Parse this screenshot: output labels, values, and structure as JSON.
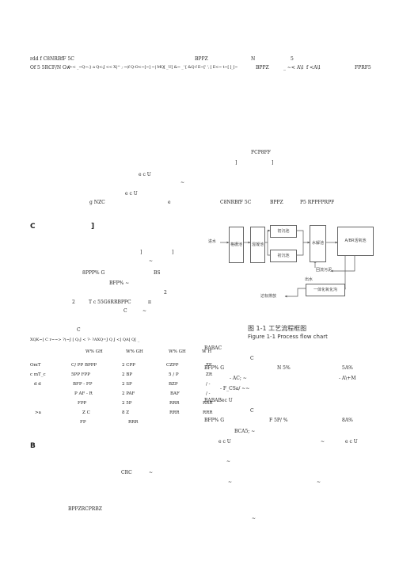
{
  "header": {
    "line1": [
      "rdd f  C8NRBfF 5C",
      "BPPZ",
      "N",
      "5"
    ],
    "line2": [
      "Of   5 5RCF/N Gw",
      "f~< _~Q~:} a  Q<:J <<  X|^ ; ~(f Q-O<~[~] ~| MQ[ _U[ &~ _' [ &Q f  E~[' ', [  E<~ t~[ ]_[~",
      "BPPZ",
      "_ ~< A\\l",
      "f  <A\\l",
      "FPRF5"
    ]
  },
  "left": {
    "p1": [
      "e c U",
      "~",
      "e c U",
      "g NZC",
      "e"
    ],
    "section_c": [
      "C",
      "]"
    ],
    "p2": [
      "]",
      "]",
      "~",
      "8PPP% G",
      "BS",
      "BFP% ~",
      "2",
      "2",
      "T c 55G6RRBPPC",
      "π",
      "C",
      "~"
    ],
    "section_b": "B",
    "p3": [
      "CRC",
      "~",
      "BPPZRCPRBZ"
    ]
  },
  "table": {
    "label": "C",
    "header": [
      "XQK~[ C  r~~>   ?(~J [     Q:J  <  ?-   ?AXQ=J Q J <]    QA[   Q[ _"
    ],
    "subheader": [
      "W% GH",
      "W% GH",
      "W% GH",
      "W H"
    ],
    "rows": [
      [
        "OmT",
        "C/ PP  BPPP",
        "2  CPP",
        "CZPP",
        "ZF"
      ],
      [
        "c mT_c",
        "5PP  FPP",
        "2  BP",
        "5 / P",
        "ZR"
      ],
      [
        "d d",
        "BFP  -  FP",
        "2  SP",
        "BZP",
        "/ -"
      ],
      [
        "",
        "P AF  -  R",
        "2  PAF",
        "BAF",
        "/ -"
      ],
      [
        "",
        "FPP",
        "2  5P",
        "RRR",
        "RRR"
      ],
      [
        ">a",
        "Z  C",
        "8  Z",
        "RRR",
        "RRR"
      ],
      [
        "",
        "FP",
        "RRR",
        "",
        ""
      ]
    ]
  },
  "right": {
    "top": [
      "FCP8FF",
      "]",
      "]",
      "C8NRBfF 5C",
      "BPPZ",
      "P5 RPPFPRPF"
    ],
    "flow": {
      "inlet": "进水",
      "grid": "格栅池",
      "coag": "混凝池",
      "sed1": "初沉池",
      "sed2": "初沉池",
      "intermediate": "水解池",
      "aerobic": "A/BR活氧池",
      "return": "回流污泥",
      "outlet": "出水",
      "effluent": "达标排放",
      "treat": "一体化氧化沟"
    },
    "caption_cn": "图 1-1    工艺流程框图",
    "caption_en": "Figure 1-1    Process flow chart",
    "p1": [
      "BABAC",
      "C",
      "BFP% G",
      "N  5%",
      "5A%",
      "- AC; ~",
      "- A\\+M",
      "- F_CSa/ ~~"
    ],
    "p2": [
      "BABABec U",
      "C",
      "BFP% G",
      "F 5P/ %",
      "8A%",
      "BCA5; ~",
      "e c U",
      "~",
      "e c U"
    ],
    "p3": [
      "~",
      "~",
      "~",
      "~"
    ]
  }
}
